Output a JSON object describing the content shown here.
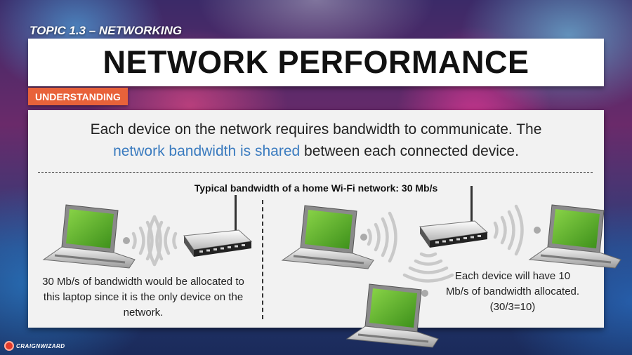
{
  "header": {
    "topic": "TOPIC 1.3 – NETWORKING",
    "title": "NETWORK PERFORMANCE",
    "tag": "UNDERSTANDING"
  },
  "body": {
    "intro_part1": "Each device on the network requires bandwidth to communicate. The",
    "intro_highlight": "network bandwidth is shared",
    "intro_part2": " between each connected device.",
    "subheading": "Typical bandwidth of a home Wi-Fi network: 30 Mb/s",
    "left_note": "30 Mb/s of bandwidth would be allocated to this laptop since it is the only device on the network.",
    "right_note": "Each device will have 10 Mb/s of bandwidth allocated. (30/3=10)"
  },
  "icons": {
    "laptop": "laptop-icon",
    "router": "wifi-router-icon",
    "signal": "wifi-signal-icon"
  },
  "colors": {
    "highlight": "#3a7bbf",
    "tag": "#e8623a",
    "screen": "#5cb82a"
  }
}
